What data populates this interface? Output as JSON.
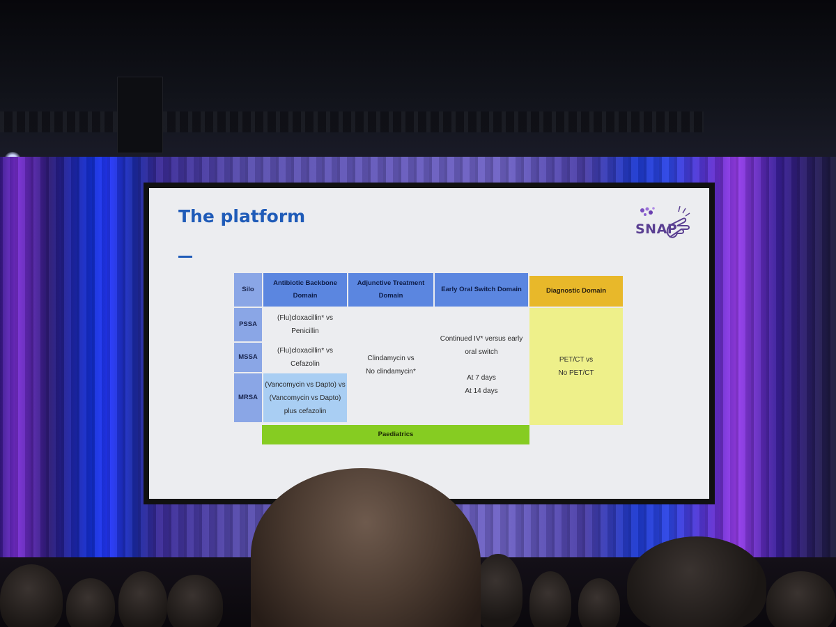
{
  "slide": {
    "title": "The platform",
    "logo_text": "SNAP",
    "colors": {
      "title": "#1f5bb8",
      "header_blue": "#5b86e0",
      "silo_blue": "#8aa6e6",
      "diagnostic_header": "#e8b82a",
      "diagnostic_body": "#eef08a",
      "mrsa_highlight": "#a9cef3",
      "paediatrics": "#86cc22"
    },
    "table": {
      "headers": {
        "silo": "Silo",
        "antibiotic_l1": "Antibiotic Backbone",
        "antibiotic_l2": "Domain",
        "adjunctive_l1": "Adjunctive Treatment",
        "adjunctive_l2": "Domain",
        "oral_switch": "Early Oral Switch Domain",
        "diagnostic": "Diagnostic Domain"
      },
      "rows": {
        "pssa": {
          "silo": "PSSA",
          "antibiotic_l1": "(Flu)cloxacillin* vs",
          "antibiotic_l2": "Penicillin"
        },
        "mssa": {
          "silo": "MSSA",
          "antibiotic_l1": "(Flu)cloxacillin* vs",
          "antibiotic_l2": "Cefazolin"
        },
        "mrsa": {
          "silo": "MRSA",
          "antibiotic_l1": "(Vancomycin vs Dapto) vs",
          "antibiotic_l2": "(Vancomycin vs Dapto)",
          "antibiotic_l3": "plus cefazolin"
        }
      },
      "adjunctive": {
        "l1": "Clindamycin vs",
        "l2": "No clindamycin*"
      },
      "oral_switch": {
        "l1": "Continued IV* versus early",
        "l2": "oral switch",
        "l3": "At 7 days",
        "l4": "At 14 days"
      },
      "diagnostic": {
        "l1": "PET/CT vs",
        "l2": "No PET/CT"
      },
      "paediatrics": "Paediatrics"
    }
  }
}
